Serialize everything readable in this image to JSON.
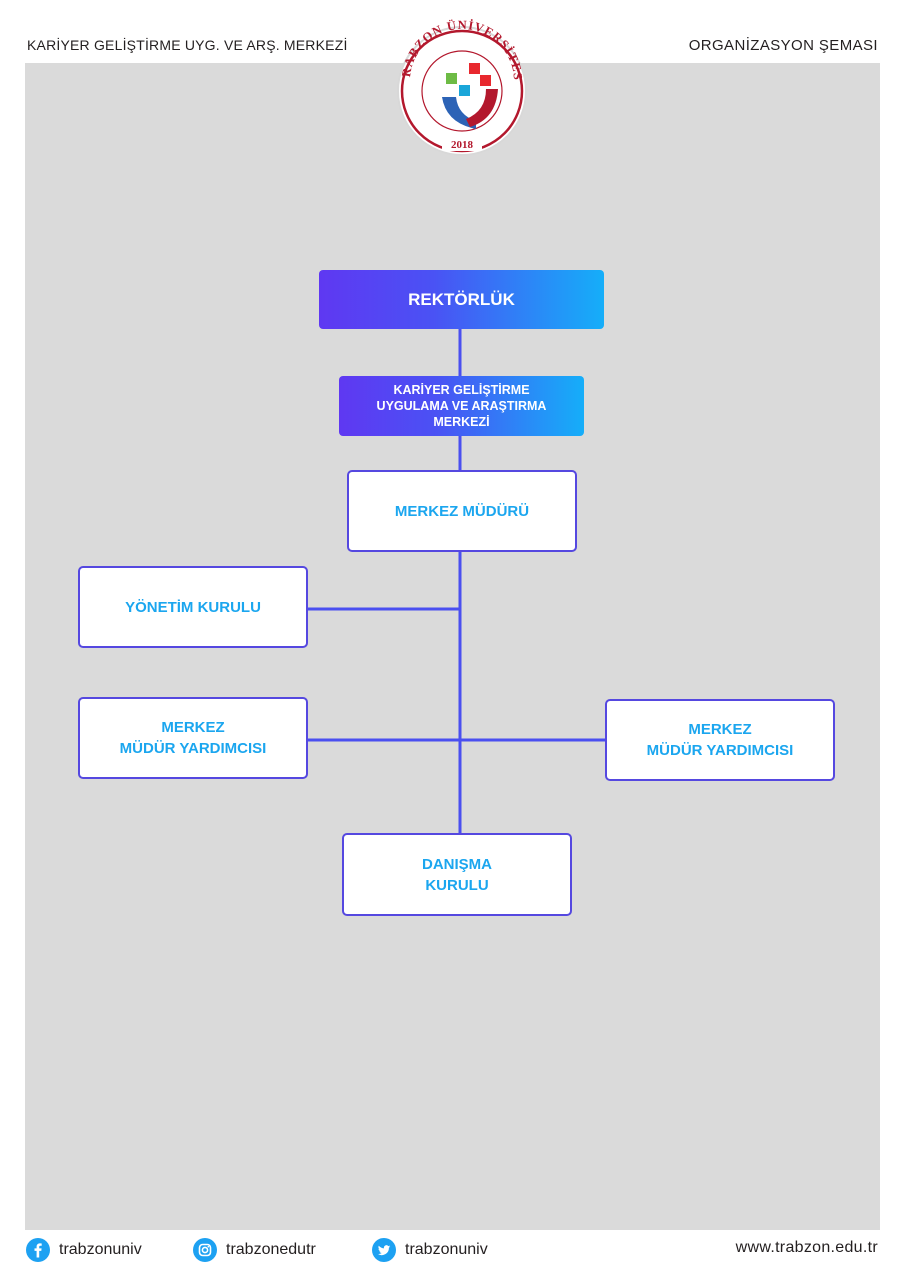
{
  "header": {
    "left_title": "KARİYER GELİŞTİRME UYG. VE ARŞ. MERKEZİ",
    "right_title": "ORGANİZASYON ŞEMASI"
  },
  "logo": {
    "ring_text": "TRABZON ÜNİVERSİTESİ",
    "year": "2018"
  },
  "org_chart": {
    "nodes": {
      "rektorluk": "REKTÖRLÜK",
      "merkez_adi": [
        "KARİYER GELİŞTİRME",
        "UYGULAMA VE ARAŞTIRMA",
        "MERKEZİ"
      ],
      "mudur": "MERKEZ MÜDÜRÜ",
      "yonetim": "YÖNETİM KURULU",
      "yardimci_left": [
        "MERKEZ",
        "MÜDÜR YARDIMCISI"
      ],
      "yardimci_right": [
        "MERKEZ",
        "MÜDÜR YARDIMCISI"
      ],
      "danisma": [
        "DANIŞMA",
        "KURULU"
      ]
    }
  },
  "footer": {
    "facebook": "trabzonuniv",
    "instagram": "trabzonedutr",
    "twitter": "trabzonuniv",
    "website": "www.trabzon.edu.tr"
  },
  "colors": {
    "connector": "#4a4ff0",
    "node_border": "#5548e0",
    "node_text": "#1ba6ef",
    "social_icon": "#1da1f2",
    "canvas": "#dadada"
  }
}
